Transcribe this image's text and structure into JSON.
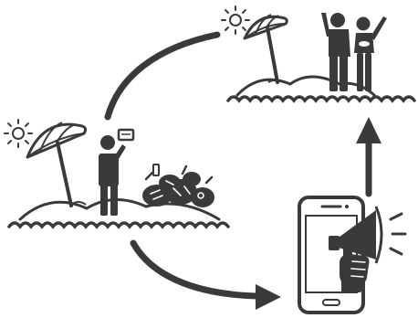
{
  "colors": {
    "ink": "#3a3a3a",
    "paper": "#ffffff"
  },
  "scenes": [
    {
      "id": "clean-beach",
      "icons": [
        "sun-icon",
        "beach-umbrella-icon",
        "island-icon",
        "couple-waving-icon",
        "wave-line-icon"
      ]
    },
    {
      "id": "polluted-beach",
      "icons": [
        "sun-icon",
        "beach-umbrella-icon",
        "island-icon",
        "person-photographing-icon",
        "trash-pile-icon",
        "wave-line-icon"
      ]
    },
    {
      "id": "phone-broadcast",
      "icons": [
        "smartphone-icon",
        "megaphone-icon",
        "hand-icon"
      ]
    }
  ],
  "flow": [
    "polluted-beach",
    "phone-broadcast",
    "clean-beach"
  ]
}
